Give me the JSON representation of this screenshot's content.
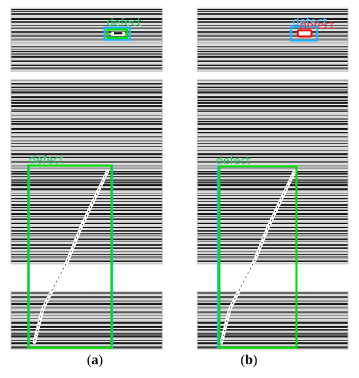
{
  "figure": {
    "panels": [
      {
        "id": "a",
        "caption_open": "(",
        "caption_letter": "a",
        "caption_close": ")",
        "boxes": [
          {
            "label": "defect",
            "label_color": "#22cc66",
            "outline_colors": [
              "#2ab0ff",
              "#00dd00"
            ],
            "region": "top-small"
          },
          {
            "label": "defect",
            "label_color": "#22cc66",
            "outline_colors": [
              "#2ab0ff",
              "#00dd00"
            ],
            "region": "large-diagonal"
          }
        ]
      },
      {
        "id": "b",
        "caption_open": "(",
        "caption_letter": "b",
        "caption_close": ")",
        "boxes": [
          {
            "label": "defect",
            "label_color": "#44bbff",
            "outline_colors": [
              "#2ab0ff"
            ],
            "region": "top-small"
          },
          {
            "label": "defect",
            "label_color": "#ff3333",
            "outline_colors": [
              "#ee1111"
            ],
            "region": "top-small-inner"
          },
          {
            "label": "defect",
            "label_color": "#22cc66",
            "outline_colors": [
              "#2ab0ff",
              "#00dd00"
            ],
            "region": "large-diagonal"
          }
        ]
      }
    ],
    "colors": {
      "stripe_dark": "#222222",
      "stripe_light": "#d8d8d8",
      "background": "#ffffff"
    }
  }
}
